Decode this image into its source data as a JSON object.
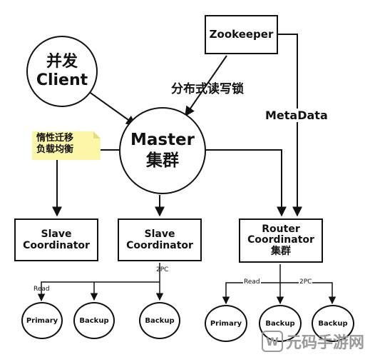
{
  "nodes": {
    "zookeeper": "Zookeeper",
    "client_zh": "并发",
    "client_en": "Client",
    "lock_label": "分布式读写锁",
    "metadata_label": "MetaData",
    "master_en": "Master",
    "master_zh": "集群",
    "note_line1": "惰性迁移",
    "note_line2": "负载均衡",
    "slave1_line1": "Slave",
    "slave1_line2": "Coordinator",
    "slave2_line1": "Slave",
    "slave2_line2": "Coordinator",
    "router_line1": "Router",
    "router_line2": "Coordinator",
    "router_line3": "集群"
  },
  "edges": {
    "left_2pc": "2PC",
    "left_read": "Read",
    "right_read": "Read",
    "right_2pc": "2PC"
  },
  "replicas": {
    "left": [
      "Primary",
      "Backup",
      "Backup"
    ],
    "right": [
      "Primary",
      "Backup",
      "Backup"
    ]
  },
  "watermark": {
    "logo_glyph": "W",
    "text": "元码手游网"
  }
}
